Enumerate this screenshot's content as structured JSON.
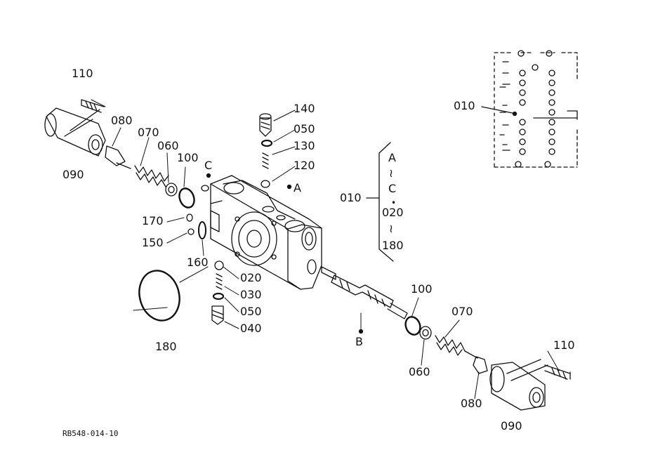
{
  "figure_id": "RB548-014-10",
  "callouts": {
    "l110_top": "110",
    "l080_top": "080",
    "l070_top": "070",
    "l060_top": "060",
    "l100_top": "100",
    "l090_top": "090",
    "lC": "C",
    "lA": "A",
    "l140": "140",
    "l050_top": "050",
    "l130": "130",
    "l120": "120",
    "l170": "170",
    "l150": "150",
    "l160": "160",
    "l020": "020",
    "l030": "030",
    "l050_low": "050",
    "l040": "040",
    "l180": "180",
    "lB": "B",
    "l100_bot": "100",
    "l060_bot": "060",
    "l070_bot": "070",
    "l110_bot": "110",
    "l080_bot": "080",
    "l090_bot": "090",
    "l010_inset": "010",
    "l010_bracket": "010"
  },
  "bracket_list": {
    "a": "A",
    "tilde1": "≀",
    "c": "C",
    "n020": "020",
    "tilde2": "≀",
    "n180": "180"
  }
}
